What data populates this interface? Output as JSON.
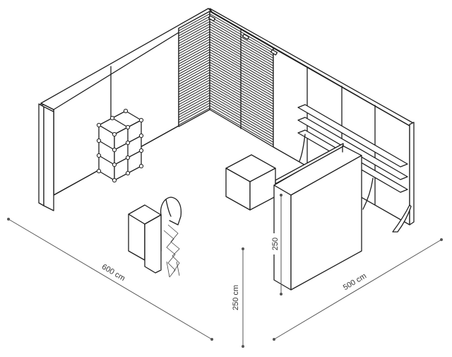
{
  "colors": {
    "line": "#1e1e1e",
    "dimension": "#555555",
    "background": "#ffffff"
  },
  "dimensions": {
    "width_label": "600 cm",
    "depth_label": "500 cm",
    "height_label": "250 cm",
    "wall_height_label": "250"
  }
}
